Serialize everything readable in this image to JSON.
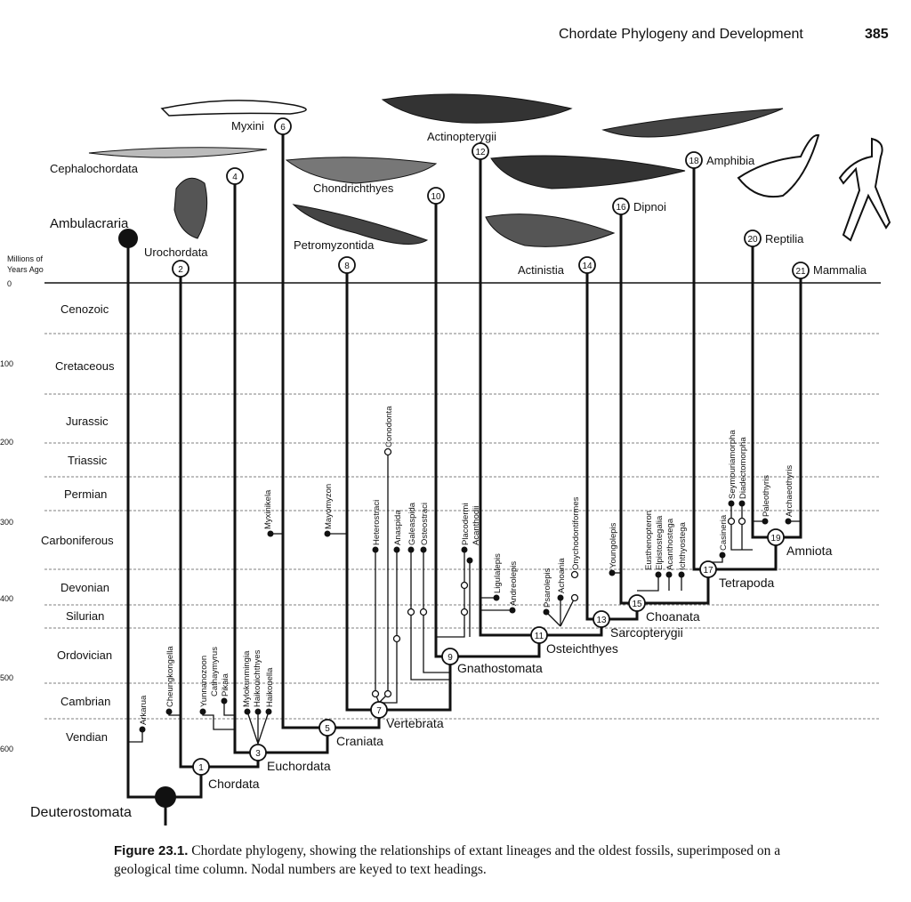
{
  "header": {
    "title": "Chordate Phylogeny and Development",
    "page": "385"
  },
  "axis": {
    "label_line1": "Millions of",
    "label_line2": "Years Ago",
    "ticks": [
      "0",
      "100",
      "200",
      "300",
      "400",
      "500",
      "600"
    ]
  },
  "periods": [
    "Cenozoic",
    "Cretaceous",
    "Jurassic",
    "Triassic",
    "Permian",
    "Carboniferous",
    "Devonian",
    "Silurian",
    "Ordovician",
    "Cambrian",
    "Vendian"
  ],
  "taxa": {
    "ambulacraria": "Ambulacraria",
    "cephalochordata": "Cephalochordata",
    "urochordata": "Urochordata",
    "myxini": "Myxini",
    "petromyzontida": "Petromyzontida",
    "chondrichthyes": "Chondrichthyes",
    "actinopterygii": "Actinopterygii",
    "actinistia": "Actinistia",
    "dipnoi": "Dipnoi",
    "amphibia": "Amphibia",
    "reptilia": "Reptilia",
    "mammalia": "Mammalia"
  },
  "clades": {
    "deuterostomata": "Deuterostomata",
    "chordata": "Chordata",
    "euchordata": "Euchordata",
    "craniata": "Craniata",
    "vertebrata": "Vertebrata",
    "gnathostomata": "Gnathostomata",
    "osteichthyes": "Osteichthyes",
    "sarcopterygii": "Sarcopterygii",
    "choanata": "Choanata",
    "tetrapoda": "Tetrapoda",
    "amniota": "Amniota"
  },
  "fossils": [
    "Arkarua",
    "Cheungkongella",
    "Yunnanozoon",
    "Cathaymyrus",
    "Pikaia",
    "Mylokunmingia",
    "Haikouichthyes",
    "Haikouella",
    "Myxinikela",
    "Mayomyzon",
    "Conodonta",
    "Heterostraci",
    "Anaspida",
    "Galeaspida",
    "Osteostraci",
    "Placodermi",
    "Acanthodii",
    "Ligulalepis",
    "Andreolepis",
    "Psarolepis",
    "Achoania",
    "Onychodontiformes",
    "Youngolepis",
    "Eusthenopteron",
    "Elpistostegalia",
    "Acanthostega",
    "Ichthyostega",
    "Casineria",
    "Seymouriamorpha",
    "Diadectomorpha",
    "Paleothyris",
    "Archaeothyris"
  ],
  "nodes": [
    "1",
    "2",
    "3",
    "4",
    "5",
    "6",
    "7",
    "8",
    "9",
    "10",
    "11",
    "12",
    "13",
    "14",
    "15",
    "16",
    "17",
    "18",
    "19",
    "20",
    "21"
  ],
  "caption": {
    "label": "Figure 23.1.",
    "text": "Chordate phylogeny, showing the relationships of extant lineages and the oldest fossils, superimposed on a geological time column. Nodal numbers are keyed to text headings."
  }
}
